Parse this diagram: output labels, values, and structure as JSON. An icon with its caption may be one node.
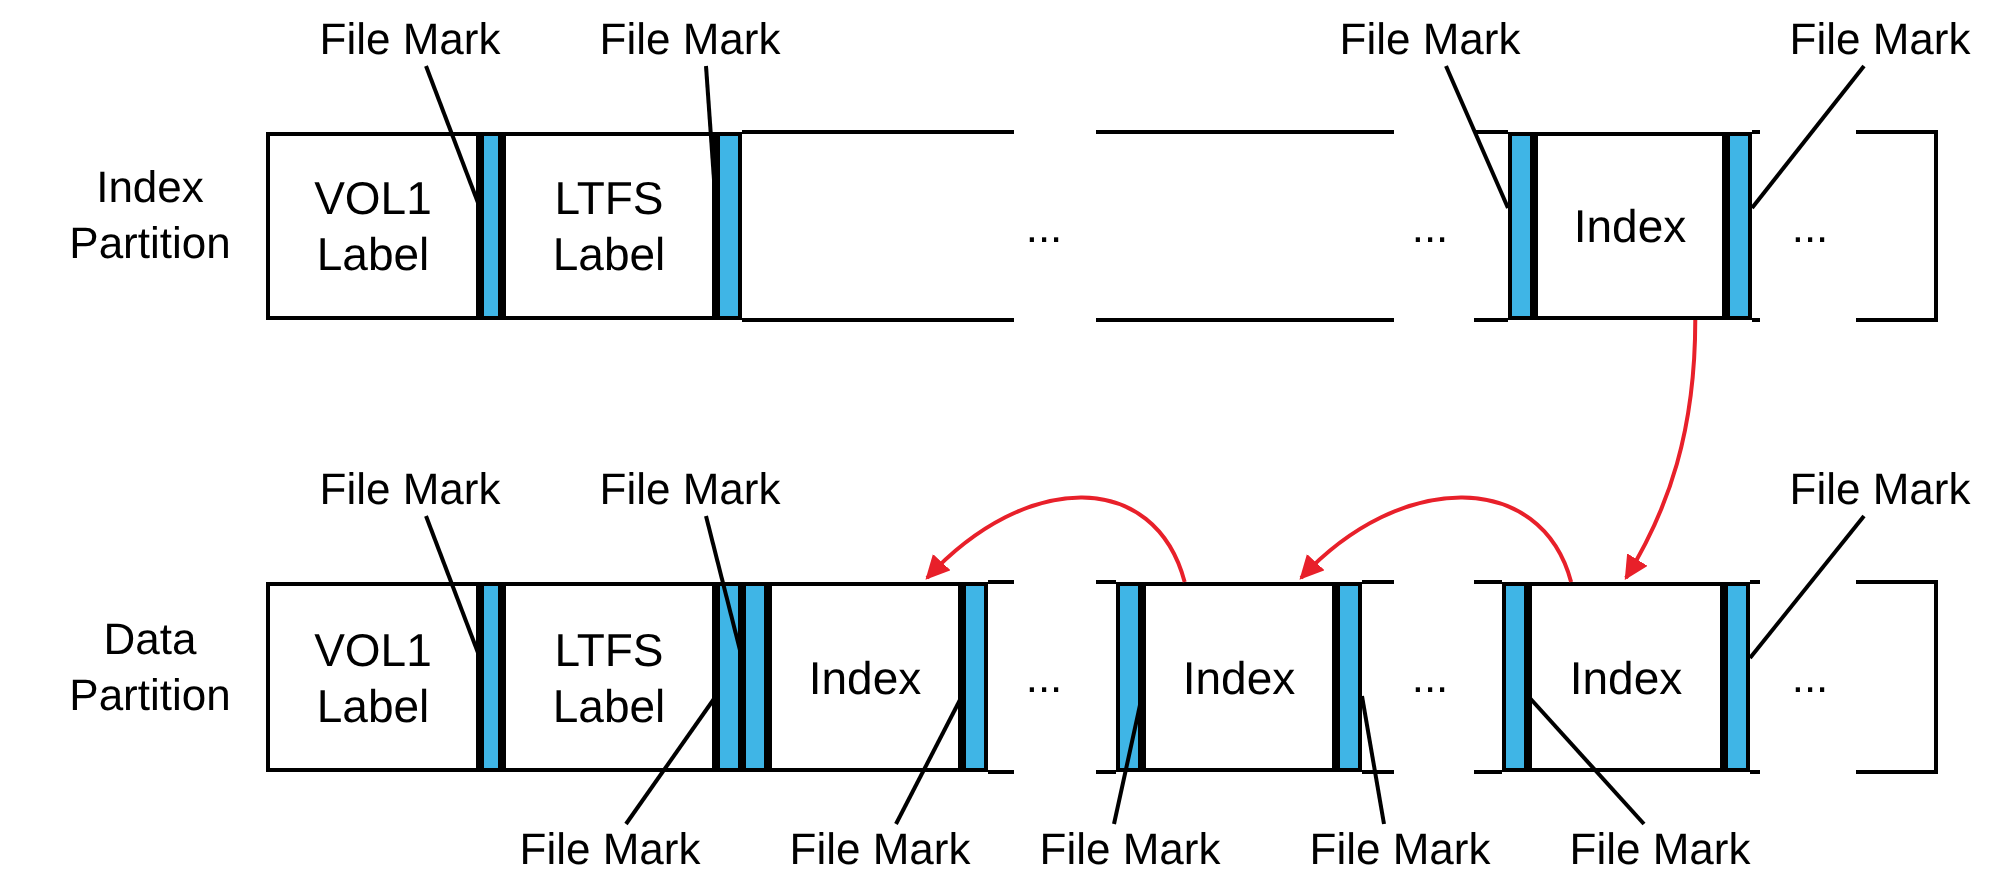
{
  "diagram": {
    "nodes": [
      {
        "text": [
          "File Mark"
        ]
      },
      {
        "text": [
          "File Mark"
        ]
      },
      {
        "text": [
          "File Mark"
        ]
      },
      {
        "text": [
          "File Mark"
        ]
      },
      {
        "text": [
          "VOL1 Label"
        ]
      },
      {
        "text": [],
        "shape": "bar"
      },
      {
        "text": [
          "LTFS Label"
        ]
      },
      {
        "text": [],
        "shape": "bar"
      },
      {
        "text": [],
        "shape": "bar"
      },
      {
        "text": [
          "Index"
        ]
      },
      {
        "text": [],
        "shape": "bar"
      },
      {
        "text": [
          "File Mark"
        ]
      },
      {
        "text": [
          "File Mark"
        ]
      },
      {
        "text": [
          "File Mark"
        ]
      },
      {
        "text": [
          "VOL1 Label"
        ]
      },
      {
        "text": [],
        "shape": "bar"
      },
      {
        "text": [
          "LTFS Label"
        ]
      },
      {
        "text": [],
        "shape": "bar"
      },
      {
        "text": [],
        "shape": "bar"
      },
      {
        "text": [
          "Index"
        ]
      },
      {
        "text": [],
        "shape": "bar"
      },
      {
        "text": [],
        "shape": "bar"
      },
      {
        "text": [
          "Index"
        ]
      },
      {
        "text": [],
        "shape": "bar"
      },
      {
        "text": [],
        "shape": "bar"
      },
      {
        "text": [
          "Index"
        ]
      },
      {
        "text": [],
        "shape": "bar"
      },
      {
        "text": [
          "File Mark"
        ]
      },
      {
        "text": [
          "File Mark"
        ]
      },
      {
        "text": [
          "File Mark"
        ]
      },
      {
        "text": [
          "File Mark"
        ]
      },
      {
        "text": [
          "File Mark"
        ]
      }
    ],
    "edges": [
      {
        "from": 0,
        "to": 5,
        "arrow": "none"
      },
      {
        "from": 1,
        "to": 7,
        "arrow": "none"
      },
      {
        "from": 2,
        "to": 8,
        "arrow": "none"
      },
      {
        "from": 3,
        "to": 10,
        "arrow": "none"
      },
      {
        "from": 11,
        "to": 15,
        "arrow": "none"
      },
      {
        "from": 12,
        "to": 18,
        "arrow": "none"
      },
      {
        "from": 13,
        "to": 26,
        "arrow": "none"
      },
      {
        "from": 27,
        "to": 17,
        "arrow": "none"
      },
      {
        "from": 28,
        "to": 20,
        "arrow": "none"
      },
      {
        "from": 29,
        "to": 21,
        "arrow": "none"
      },
      {
        "from": 30,
        "to": 23,
        "arrow": "none"
      },
      {
        "from": 31,
        "to": 24,
        "arrow": "none"
      },
      {
        "from": 9,
        "to": 25,
        "arrow": "to",
        "color": "#e8202a"
      },
      {
        "from": 25,
        "to": 22,
        "arrow": "to",
        "color": "#e8202a"
      },
      {
        "from": 22,
        "to": 19,
        "arrow": "to",
        "color": "#e8202a"
      }
    ],
    "labels": [
      "Index Partition",
      "...",
      "...",
      "...",
      "Data Partition",
      "...",
      "...",
      "..."
    ]
  }
}
